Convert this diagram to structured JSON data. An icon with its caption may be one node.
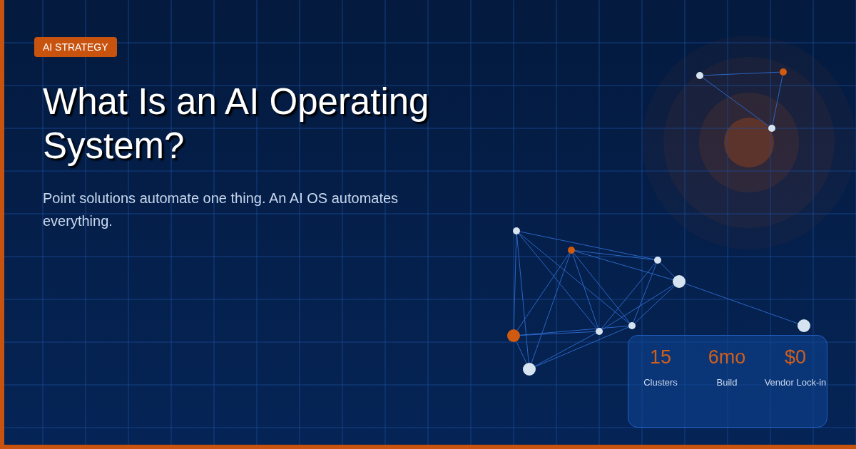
{
  "diagram": {
    "title": "What Is an AI Operating System?",
    "nodes": [
      {
        "text": [
          "AI STRATEGY"
        ]
      },
      {
        "text": [
          "15",
          "Clusters",
          "6mo",
          "Build",
          "$0",
          "Vendor Lock-in"
        ]
      },
      {
        "text": [],
        "shape": "circle"
      },
      {
        "text": [],
        "shape": "circle"
      },
      {
        "text": [],
        "shape": "circle"
      },
      {
        "text": [],
        "shape": "circle"
      },
      {
        "text": [],
        "shape": "circle"
      },
      {
        "text": [],
        "shape": "circle"
      },
      {
        "text": [],
        "shape": "circle"
      },
      {
        "text": [],
        "shape": "circle"
      },
      {
        "text": [],
        "shape": "circle"
      },
      {
        "text": [],
        "shape": "circle"
      },
      {
        "text": [],
        "shape": "circle"
      },
      {
        "text": [],
        "shape": "circle"
      }
    ],
    "edges": [
      {
        "from": 2,
        "to": 3,
        "arrow": "none"
      },
      {
        "from": 2,
        "to": 4,
        "arrow": "none"
      },
      {
        "from": 3,
        "to": 4,
        "arrow": "none"
      },
      {
        "from": 5,
        "to": 7,
        "arrow": "none"
      },
      {
        "from": 5,
        "to": 10,
        "arrow": "none"
      },
      {
        "from": 5,
        "to": 13,
        "arrow": "none"
      },
      {
        "from": 5,
        "to": 11,
        "arrow": "none"
      },
      {
        "from": 5,
        "to": 12,
        "arrow": "none"
      },
      {
        "from": 6,
        "to": 7,
        "arrow": "none"
      },
      {
        "from": 6,
        "to": 8,
        "arrow": "none"
      },
      {
        "from": 6,
        "to": 10,
        "arrow": "none"
      },
      {
        "from": 6,
        "to": 13,
        "arrow": "none"
      },
      {
        "from": 6,
        "to": 11,
        "arrow": "none"
      },
      {
        "from": 6,
        "to": 12,
        "arrow": "none"
      },
      {
        "from": 7,
        "to": 8,
        "arrow": "none"
      },
      {
        "from": 7,
        "to": 11,
        "arrow": "none"
      },
      {
        "from": 7,
        "to": 12,
        "arrow": "none"
      },
      {
        "from": 8,
        "to": 9,
        "arrow": "none"
      },
      {
        "from": 8,
        "to": 11,
        "arrow": "none"
      },
      {
        "from": 8,
        "to": 12,
        "arrow": "none"
      },
      {
        "from": 10,
        "to": 11,
        "arrow": "none"
      },
      {
        "from": 10,
        "to": 12,
        "arrow": "none"
      },
      {
        "from": 10,
        "to": 13,
        "arrow": "none"
      },
      {
        "from": 13,
        "to": 11,
        "arrow": "none"
      },
      {
        "from": 13,
        "to": 12,
        "arrow": "none"
      }
    ],
    "labels": [
      "Point solutions automate one thing. An AI OS automates everything."
    ]
  }
}
